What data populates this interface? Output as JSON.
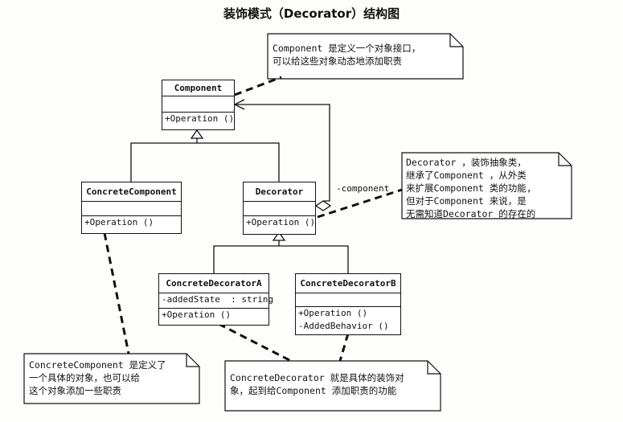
{
  "title": "装饰模式（Decorator）结构图",
  "classes": {
    "component": {
      "name": "Component",
      "attributes": [],
      "operations": [
        "+Operation ()"
      ]
    },
    "concrete_component": {
      "name": "ConcreteComponent",
      "attributes": [],
      "operations": [
        "+Operation ()"
      ]
    },
    "decorator": {
      "name": "Decorator",
      "attributes": [],
      "operations": [
        "+Operation ()"
      ]
    },
    "concrete_decorator_a": {
      "name": "ConcreteDecoratorA",
      "attributes": [
        "-addedState  : string"
      ],
      "operations": [
        "+Operation ()"
      ]
    },
    "concrete_decorator_b": {
      "name": "ConcreteDecoratorB",
      "attributes": [],
      "operations": [
        "+Operation ()",
        "-AddedBehavior ()"
      ]
    }
  },
  "association_label": "-component",
  "notes": {
    "component_note": [
      "Component 是定义一个对象接口，",
      "可以给这些对象动态地添加职责"
    ],
    "decorator_note": [
      "Decorator ，装饰抽象类，",
      "继承了Component ，从外类",
      "来扩展Component 类的功能,",
      "但对于Component 来说，是",
      "无需知道Decorator 的存在的"
    ],
    "concrete_component_note": [
      "ConcreteComponent 是定义了",
      "一个具体的对象，也可以给",
      "这个对象添加一些职责"
    ],
    "concrete_decorator_note": [
      "ConcreteDecorator 就是具体的装饰对",
      "象，起到给Component 添加职责的功能"
    ]
  },
  "relationships": [
    {
      "type": "generalization",
      "from": "ConcreteComponent",
      "to": "Component"
    },
    {
      "type": "generalization",
      "from": "Decorator",
      "to": "Component"
    },
    {
      "type": "aggregation",
      "from": "Decorator",
      "to": "Component",
      "label": "-component"
    },
    {
      "type": "generalization",
      "from": "ConcreteDecoratorA",
      "to": "Decorator"
    },
    {
      "type": "generalization",
      "from": "ConcreteDecoratorB",
      "to": "Decorator"
    }
  ]
}
